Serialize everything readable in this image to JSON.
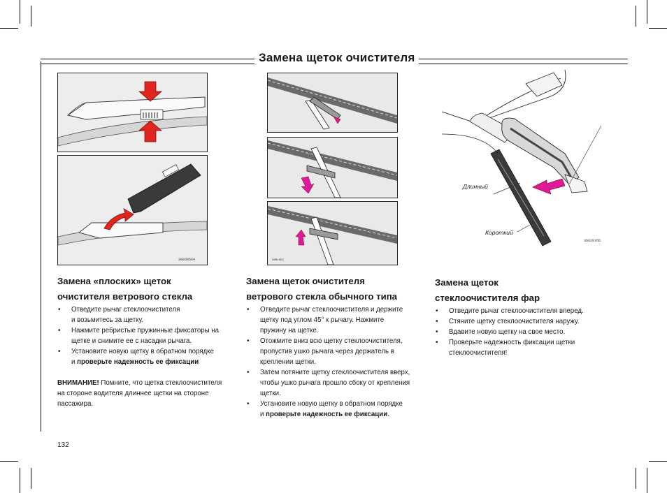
{
  "header": {
    "title": "Замена щеток очистителя"
  },
  "figures": {
    "flat_code": "36030564",
    "regular_code": "36M1093",
    "headlamp_code": "3602076D",
    "headlamp_long": "Длинный",
    "headlamp_short": "Короткий"
  },
  "col1": {
    "heading_line1": "Замена «плоских» щеток",
    "heading_line2": "очистителя ветрового стекла",
    "bullets": [
      {
        "l1": "Отведите рычаг стеклоочистителя",
        "l2": "и возьмитесь за щетку."
      },
      {
        "l1": "Нажмите ребристые пружинные фиксаторы на",
        "l2": "щетке и снимите ее с насадки рычага."
      },
      {
        "l1": "Установите новую щетку в обратном порядке",
        "l2_pre": "и ",
        "l2_bold": "проверьте надежность ее фиксации"
      }
    ],
    "warning_label": "ВНИМАНИЕ!",
    "warning_l1": " Помните, что щетка стеклоочистителя",
    "warning_l2": "на стороне водителя длиннее щетки на стороне",
    "warning_l3": "пассажира."
  },
  "col2": {
    "heading_line1": "Замена щеток очистителя",
    "heading_line2": "ветрового стекла обычного типа",
    "bullets": [
      {
        "l1": "Отведите рычаг стеклоочистителя и держите",
        "l2": "щетку под углом 45° к рычагу. Нажмите",
        "l3": "пружину на щетке."
      },
      {
        "l1": "Отожмите вниз всю щетку стеклоочистителя,",
        "l2": "пропустив ушко рычага через держатель в",
        "l3": "креплении щетки."
      },
      {
        "l1": "Затем потяните щетку стеклоочистителя вверх,",
        "l2": "чтобы ушко рычага прошло сбоку от крепления",
        "l3": "щетки."
      },
      {
        "l1": "Установите новую щетку в обратном порядке",
        "l2_pre": "и ",
        "l2_bold": "проверьте надежность ее фиксации",
        "l2_post": "."
      }
    ]
  },
  "col3": {
    "heading_line1": "Замена щеток",
    "heading_line2": "стеклоочистителя фар",
    "bullets": [
      "Отведите рычаг стеклоочистителя вперед.",
      "Стяните щетку стеклоочистителя наружу.",
      "Вдавите новую щетку на свое место."
    ],
    "bullet4_l1": "Проверьте надежность фиксации щетки",
    "bullet4_l2": "стеклоочистителя!"
  },
  "footer": {
    "page_number": "132"
  },
  "colors": {
    "red_arrow": "#e0261f",
    "magenta_arrow": "#e0189c",
    "figure_gray": "#e6e6e6"
  }
}
